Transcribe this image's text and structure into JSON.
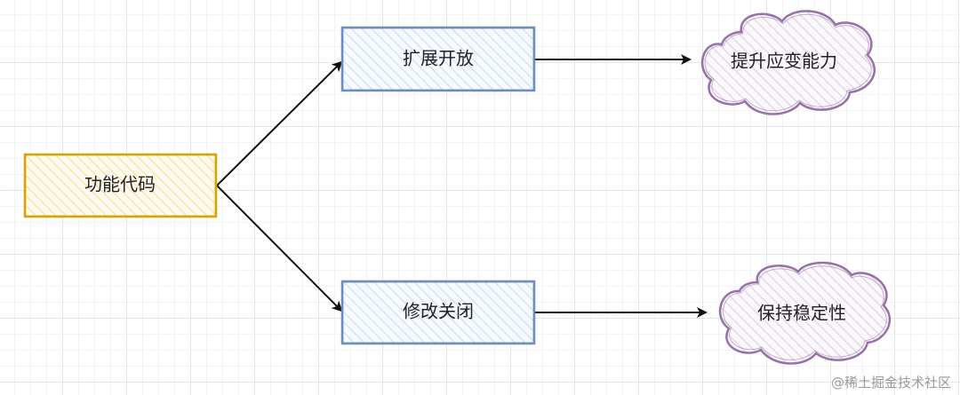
{
  "nodes": {
    "functional_code": "功能代码",
    "open_for_extension": "扩展开放",
    "closed_for_modification": "修改关闭",
    "improve_adaptability": "提升应变能力",
    "maintain_stability": "保持稳定性"
  },
  "watermark": "@稀土掘金技术社区",
  "colors": {
    "yellow_stroke": "#d6a500",
    "yellow_fill": "#fff2cc",
    "blue_stroke": "#6c8ebf",
    "blue_fill": "#dae8fc",
    "purple_stroke": "#9673a6",
    "purple_fill": "#e1d5e7",
    "edge": "#111111"
  }
}
